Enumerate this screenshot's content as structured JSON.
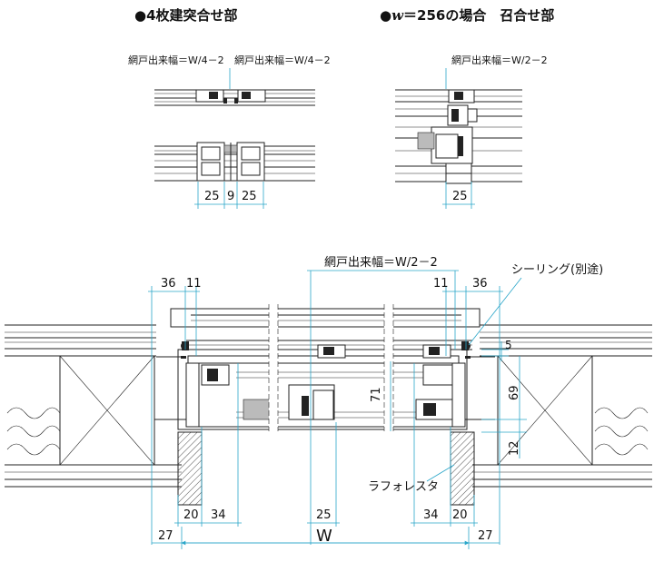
{
  "top_left": {
    "title": "●4枚建突合せ部",
    "label_a": "網戸出来幅＝W/4－2",
    "label_b": "網戸出来幅＝W/4－2",
    "dim_a": "25",
    "dim_gap": "9",
    "dim_b": "25"
  },
  "top_right": {
    "title_bullet": "●",
    "title_var": "w",
    "title_rest": "＝256の場合　召合せ部",
    "label": "網戸出来幅＝W/2－2",
    "dim": "25"
  },
  "main": {
    "screen_width_label": "網戸出来幅＝W/2－2",
    "sealing_label": "シーリング(別途)",
    "lath_label": "ラフォレスタ",
    "dim_36_left": "36",
    "dim_11_left": "11",
    "dim_11_right": "11",
    "dim_36_right": "36",
    "dim_5": "5",
    "dim_69": "69",
    "dim_71": "71",
    "dim_12": "12",
    "dim_20_left": "20",
    "dim_34_left": "34",
    "dim_25": "25",
    "dim_34_right": "34",
    "dim_20_right": "20",
    "dim_27_left": "27",
    "dim_27_right": "27",
    "width_label": "W"
  },
  "colors": {
    "dimension": "#2aa6c9",
    "line": "#222222"
  }
}
